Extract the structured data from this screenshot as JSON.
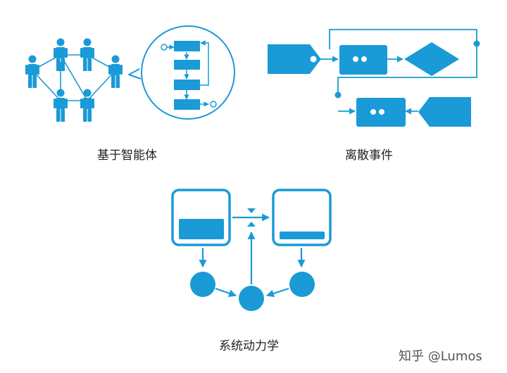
{
  "panels": {
    "agent_based": {
      "caption": "基于智能体"
    },
    "discrete_event": {
      "caption": "离散事件"
    },
    "system_dynamics": {
      "caption": "系统动力学"
    }
  },
  "watermark": "知乎 @Lumos",
  "colors": {
    "accent": "#1a9ad6",
    "stroke": "#1a9ad6",
    "background": "#ffffff",
    "text": "#222222"
  }
}
